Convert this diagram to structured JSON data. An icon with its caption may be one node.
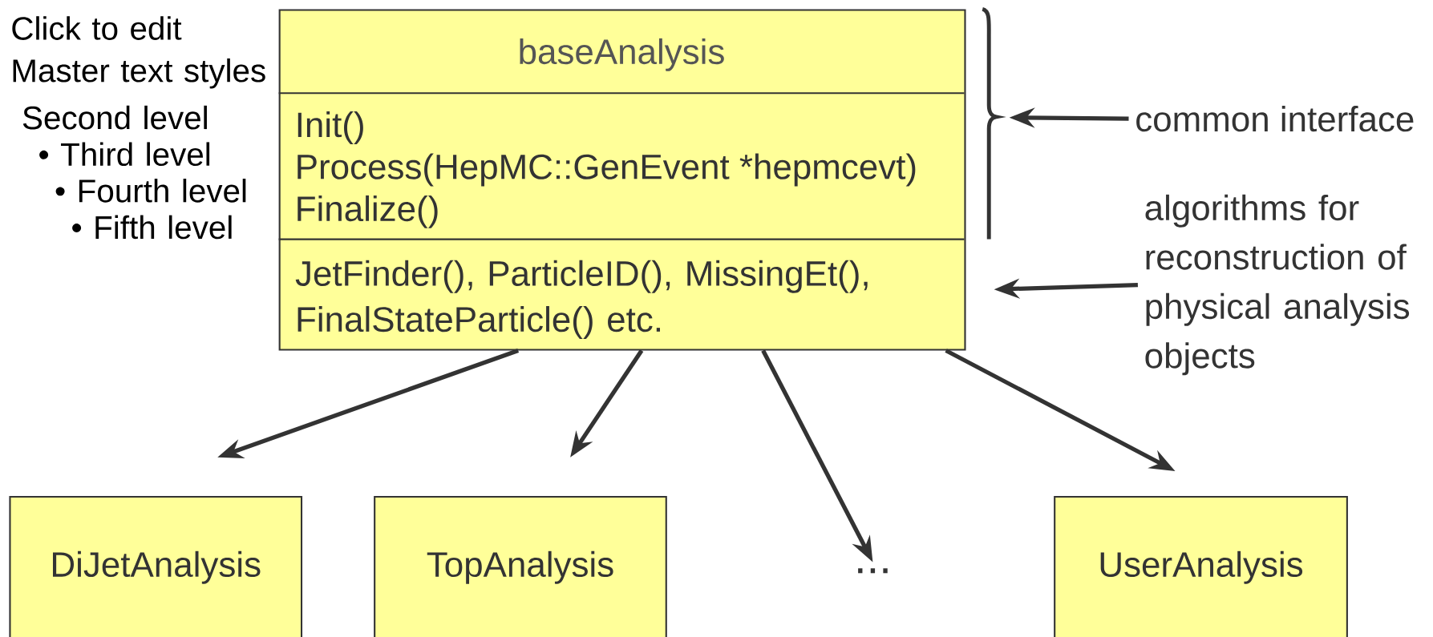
{
  "diagram": {
    "nodes": [
      {
        "text": [
          "baseAnalysis",
          "Init()",
          "Process(HepMC::GenEvent *hepmcevt)",
          "Finalize()",
          "JetFinder(), ParticleID(), MissingEt(), FinalStateParticle() etc."
        ]
      },
      {
        "text": [
          "DiJetAnalysis"
        ]
      },
      {
        "text": [
          "TopAnalysis"
        ]
      },
      {
        "text": [
          "..."
        ]
      },
      {
        "text": [
          "UserAnalysis"
        ]
      },
      {
        "text": [
          "common interface"
        ]
      },
      {
        "text": [
          "algorithms for reconstruction of physical analysis objects"
        ]
      },
      {
        "text": [],
        "shape": "brace"
      }
    ],
    "edges": [
      {
        "from": 0,
        "to": 1,
        "arrow": "to"
      },
      {
        "from": 0,
        "to": 2,
        "arrow": "to"
      },
      {
        "from": 0,
        "to": 3,
        "arrow": "to"
      },
      {
        "from": 0,
        "to": 4,
        "arrow": "to"
      },
      {
        "from": 5,
        "to": 7,
        "arrow": "to"
      },
      {
        "from": 6,
        "to": 0,
        "arrow": "to"
      }
    ],
    "labels": [
      "Click to edit Master text styles",
      "Second level",
      "• Third level",
      "• Fourth level",
      "• Fifth level"
    ]
  }
}
